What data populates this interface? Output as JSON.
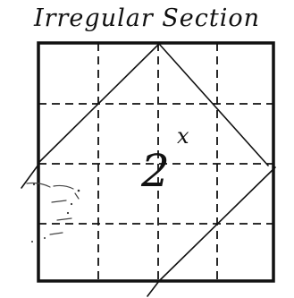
{
  "title": "Irregular Section",
  "label": {
    "base": "2",
    "exponent": "x"
  },
  "colors": {
    "ink": "#111111",
    "background": "#ffffff"
  }
}
